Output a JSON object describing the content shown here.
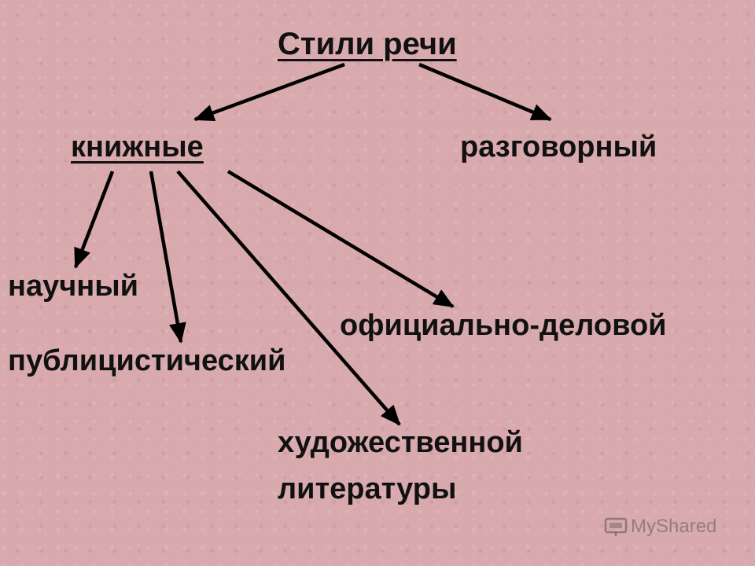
{
  "diagram": {
    "title": "Стили речи",
    "nodes": {
      "bookish": "книжные",
      "colloquial": "разговорный",
      "scientific": "научный",
      "publicistic": "публицистический",
      "official": "официально-деловой",
      "artistic_line1": "художественной",
      "artistic_line2": "литературы"
    },
    "edges": [
      {
        "from": "title",
        "to": "bookish"
      },
      {
        "from": "title",
        "to": "colloquial"
      },
      {
        "from": "bookish",
        "to": "scientific"
      },
      {
        "from": "bookish",
        "to": "publicistic"
      },
      {
        "from": "bookish",
        "to": "artistic"
      },
      {
        "from": "bookish",
        "to": "official"
      }
    ]
  },
  "watermark": {
    "text": "MyShared",
    "icon": "projector-icon"
  }
}
